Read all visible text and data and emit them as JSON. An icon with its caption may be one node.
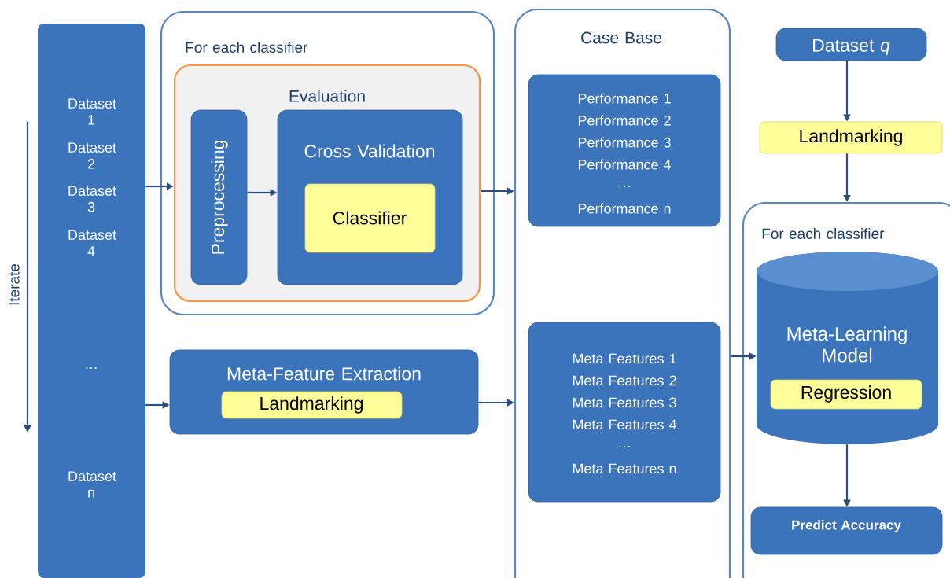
{
  "diagram": {
    "nodes": [
      {
        "text": [
          "Dataset 1",
          "Dataset 2",
          "Dataset 3",
          "Dataset 4",
          "…",
          "Dataset n"
        ]
      },
      {
        "text": [
          "For each classifier"
        ]
      },
      {
        "text": [
          "Evaluation"
        ],
        "in": 1
      },
      {
        "text": [
          "Preprocessing"
        ],
        "in": 2
      },
      {
        "text": [
          "Cross Validation"
        ],
        "in": 2
      },
      {
        "text": [
          "Classifier"
        ],
        "in": 4
      },
      {
        "text": [
          "Meta-Feature Extraction"
        ]
      },
      {
        "text": [
          "Landmarking"
        ],
        "in": 6
      },
      {
        "text": [
          "Case Base"
        ]
      },
      {
        "text": [
          "Performance 1",
          "Performance 2",
          "Performance 3",
          "Performance 4",
          "…",
          "Performance n"
        ],
        "in": 8
      },
      {
        "text": [
          "Meta Features 1",
          "Meta Features 2",
          "Meta Features 3",
          "Meta Features 4",
          "…",
          "Meta Features n"
        ],
        "in": 8
      },
      {
        "text": [
          "Dataset *q*"
        ]
      },
      {
        "text": [
          "Landmarking"
        ]
      },
      {
        "text": [
          "For each classifier"
        ]
      },
      {
        "text": [
          "Meta-Learning Model"
        ],
        "in": 13
      },
      {
        "text": [
          "Regression"
        ],
        "in": 14
      },
      {
        "text": [
          "Predict Accuracy"
        ],
        "in": 13
      }
    ],
    "edges": [
      {
        "from": 0,
        "to": 2,
        "arrow": "to"
      },
      {
        "from": 3,
        "to": 4,
        "arrow": "to"
      },
      {
        "from": 2,
        "to": 8,
        "arrow": "to"
      },
      {
        "from": 0,
        "to": 6,
        "arrow": "to"
      },
      {
        "from": 6,
        "to": 8,
        "arrow": "to"
      },
      {
        "from": 8,
        "to": 14,
        "arrow": "to"
      },
      {
        "from": 11,
        "to": 12,
        "arrow": "to"
      },
      {
        "from": 12,
        "to": 13,
        "arrow": "to"
      },
      {
        "from": 14,
        "to": 16,
        "arrow": "to"
      }
    ],
    "labels": [
      "Iterate"
    ]
  }
}
